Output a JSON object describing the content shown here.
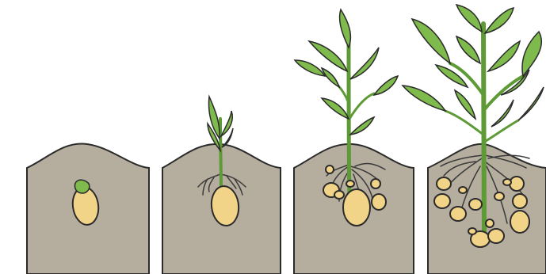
{
  "diagram": {
    "stages": [
      {
        "id": "seed",
        "tubers": 1,
        "leaves": 0
      },
      {
        "id": "sprout",
        "tubers": 1,
        "leaves": 4
      },
      {
        "id": "young-plant",
        "tubers": 7,
        "leaves": 8
      },
      {
        "id": "mature-plant",
        "tubers": 14,
        "leaves": 12
      }
    ],
    "colors": {
      "soil": "#b5ad9e",
      "soil_outline": "#2b2b2b",
      "tuber": "#f2d489",
      "leaf": "#7fba4d",
      "leaf_dark": "#5e9a35",
      "root": "#3a3a3a",
      "background": "#ffffff"
    }
  }
}
